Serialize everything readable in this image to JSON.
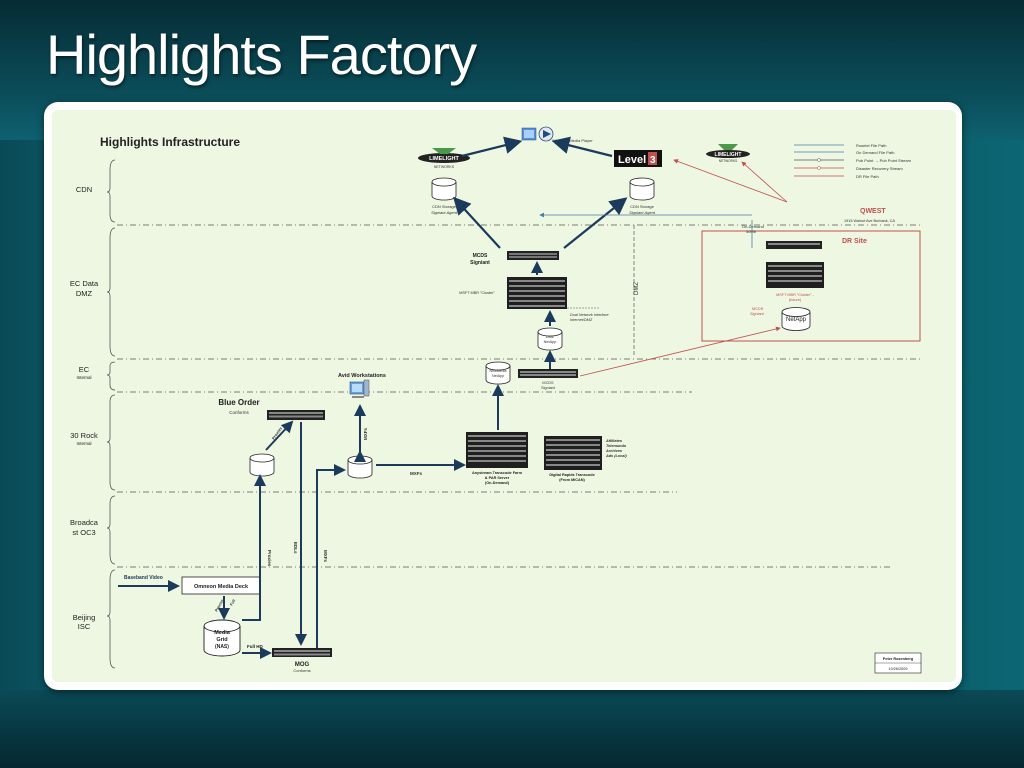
{
  "slide": {
    "title": "Highlights Factory"
  },
  "diagram": {
    "title": "Highlights Infrastructure",
    "zones": {
      "cdn": "CDN",
      "ec_data_1": "EC Data",
      "ec_data_2": "DMZ",
      "ec_1": "EC",
      "ec_2": "Internal",
      "rock_1": "30 Rock",
      "rock_2": "Internal",
      "broad_1": "Broadca",
      "broad_2": "st OC3",
      "beijing_1": "Beijing",
      "beijing_2": "ISC"
    },
    "nodes": {
      "limelight_left": "LIMELIGHT",
      "limelight_left_sub": "NETWORKS",
      "level3": "Level",
      "level3_num": "3",
      "limelight_right": "LIMELIGHT",
      "limelight_right_sub": "NETWORKS",
      "windows_media": "Windows Media Player",
      "cdn_storage_left_1": "CDN Storage",
      "cdn_storage_left_2": "Signiant Agent",
      "cdn_storage_right_1": "CDN Storage",
      "cdn_storage_right_2": "Signiant Agent",
      "mcds_signiant_1": "MCDS",
      "mcds_signiant_2": "Signiant",
      "msft_cluster": "MSFT MBR \"Cluster\"",
      "dual_network_1": "Dual Network Interface",
      "dual_network_2": "Internet/DMZ",
      "dmz_netapp_1": "DMZ",
      "dmz_netapp_2": "NetApp",
      "dmz_label": "DMZ",
      "qwest": "QWEST",
      "qwest_addr": "1915 Walnut Ave Burbank, CA",
      "on_demand_1": "On-Demand",
      "on_demand_2": "50Mb",
      "dr_site": "DR Site",
      "msft_cluster_dr_1": "MSFT MBR \"Cluster\" -",
      "msft_cluster_dr_2": "(future)",
      "mcds_dr_1": "MCDS",
      "mcds_dr_2": "Signiant",
      "netapp_dr": "NetApp",
      "newmedia_1": "NewMedia",
      "newmedia_2": "NetApp",
      "mcds_ec_1": "MCDS",
      "mcds_ec_2": "Signiant",
      "avid": "Avid Workstations",
      "blue_order": "Blue Order",
      "blue_order_sub": "Conforms",
      "anystream_1": "Anystream Transcode Farm",
      "anystream_2": "& PAR Server",
      "anystream_3": "(On-Demand)",
      "digital_rapids_1": "Digital Rapids Transcode",
      "digital_rapids_2": "(From MICAN)",
      "affiliates_1": "Affiliates",
      "affiliates_2": "Telemundo",
      "affiliates_3": "Archives",
      "affiliates_4": "Ads (Local)",
      "baseband": "Baseband Video",
      "omneon": "Omneon Media Deck",
      "media_grid_1": "Media",
      "media_grid_2": "Grid",
      "media_grid_3": "(NAS)",
      "mog": "MOG",
      "mog_sub": "Conforms",
      "full_hd": "Full HD",
      "proxies_v": "Proxies",
      "edls_v": "EDLs",
      "mxfs_v1": "MXFs",
      "mxfs_v2": "MXFs",
      "mxfs_h": "MXFs",
      "proxies_diag": "Proxies",
      "proxies_omneon": "Proxies",
      "full_omneon": "Full",
      "author_1": "Peter Rosenberg",
      "author_2": "10/26/2009"
    },
    "legend": [
      {
        "label": "Rosetel File Path",
        "color": "#4a7fa8"
      },
      {
        "label": "On Demand File Path",
        "color": "#4a7fa8"
      },
      {
        "label": "Pub Point  → Pub Point Stream",
        "color": "#555555"
      },
      {
        "label": "Disaster Recovery Stream",
        "color": "#c0504d"
      },
      {
        "label": "DR File Path",
        "color": "#c0504d"
      }
    ],
    "colors": {
      "arrow": "#1b3a5c",
      "red": "#c0504d",
      "bg": "#eef7e1"
    }
  }
}
